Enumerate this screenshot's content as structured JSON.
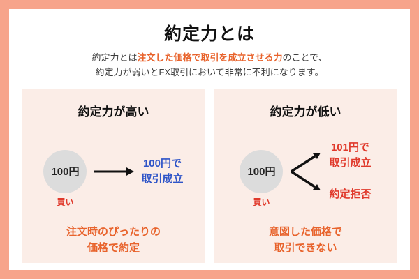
{
  "colors": {
    "frame": "#F7A48B",
    "panel_bg": "#FBEDE7",
    "accent_orange": "#E8632C",
    "accent_blue": "#2F55C8",
    "accent_red": "#E0392B",
    "circle_gray": "#DCDCDC"
  },
  "header": {
    "title": "約定力とは",
    "desc_prefix": "約定力とは",
    "desc_highlight": "注文した価格で取引を成立させる力",
    "desc_suffix": "のことで、",
    "desc_line2": "約定力が弱いとFX取引において非常に不利になります。"
  },
  "high_panel": {
    "heading": "約定力が高い",
    "order_price": "100円",
    "order_side": "買い",
    "outcome": "100円で\n取引成立",
    "caption": "注文時のぴったりの\n価格で約定"
  },
  "low_panel": {
    "heading": "約定力が低い",
    "order_price": "100円",
    "order_side": "買い",
    "outcome_top": "101円で\n取引成立",
    "outcome_bottom": "約定拒否",
    "caption": "意図した価格で\n取引できない"
  }
}
